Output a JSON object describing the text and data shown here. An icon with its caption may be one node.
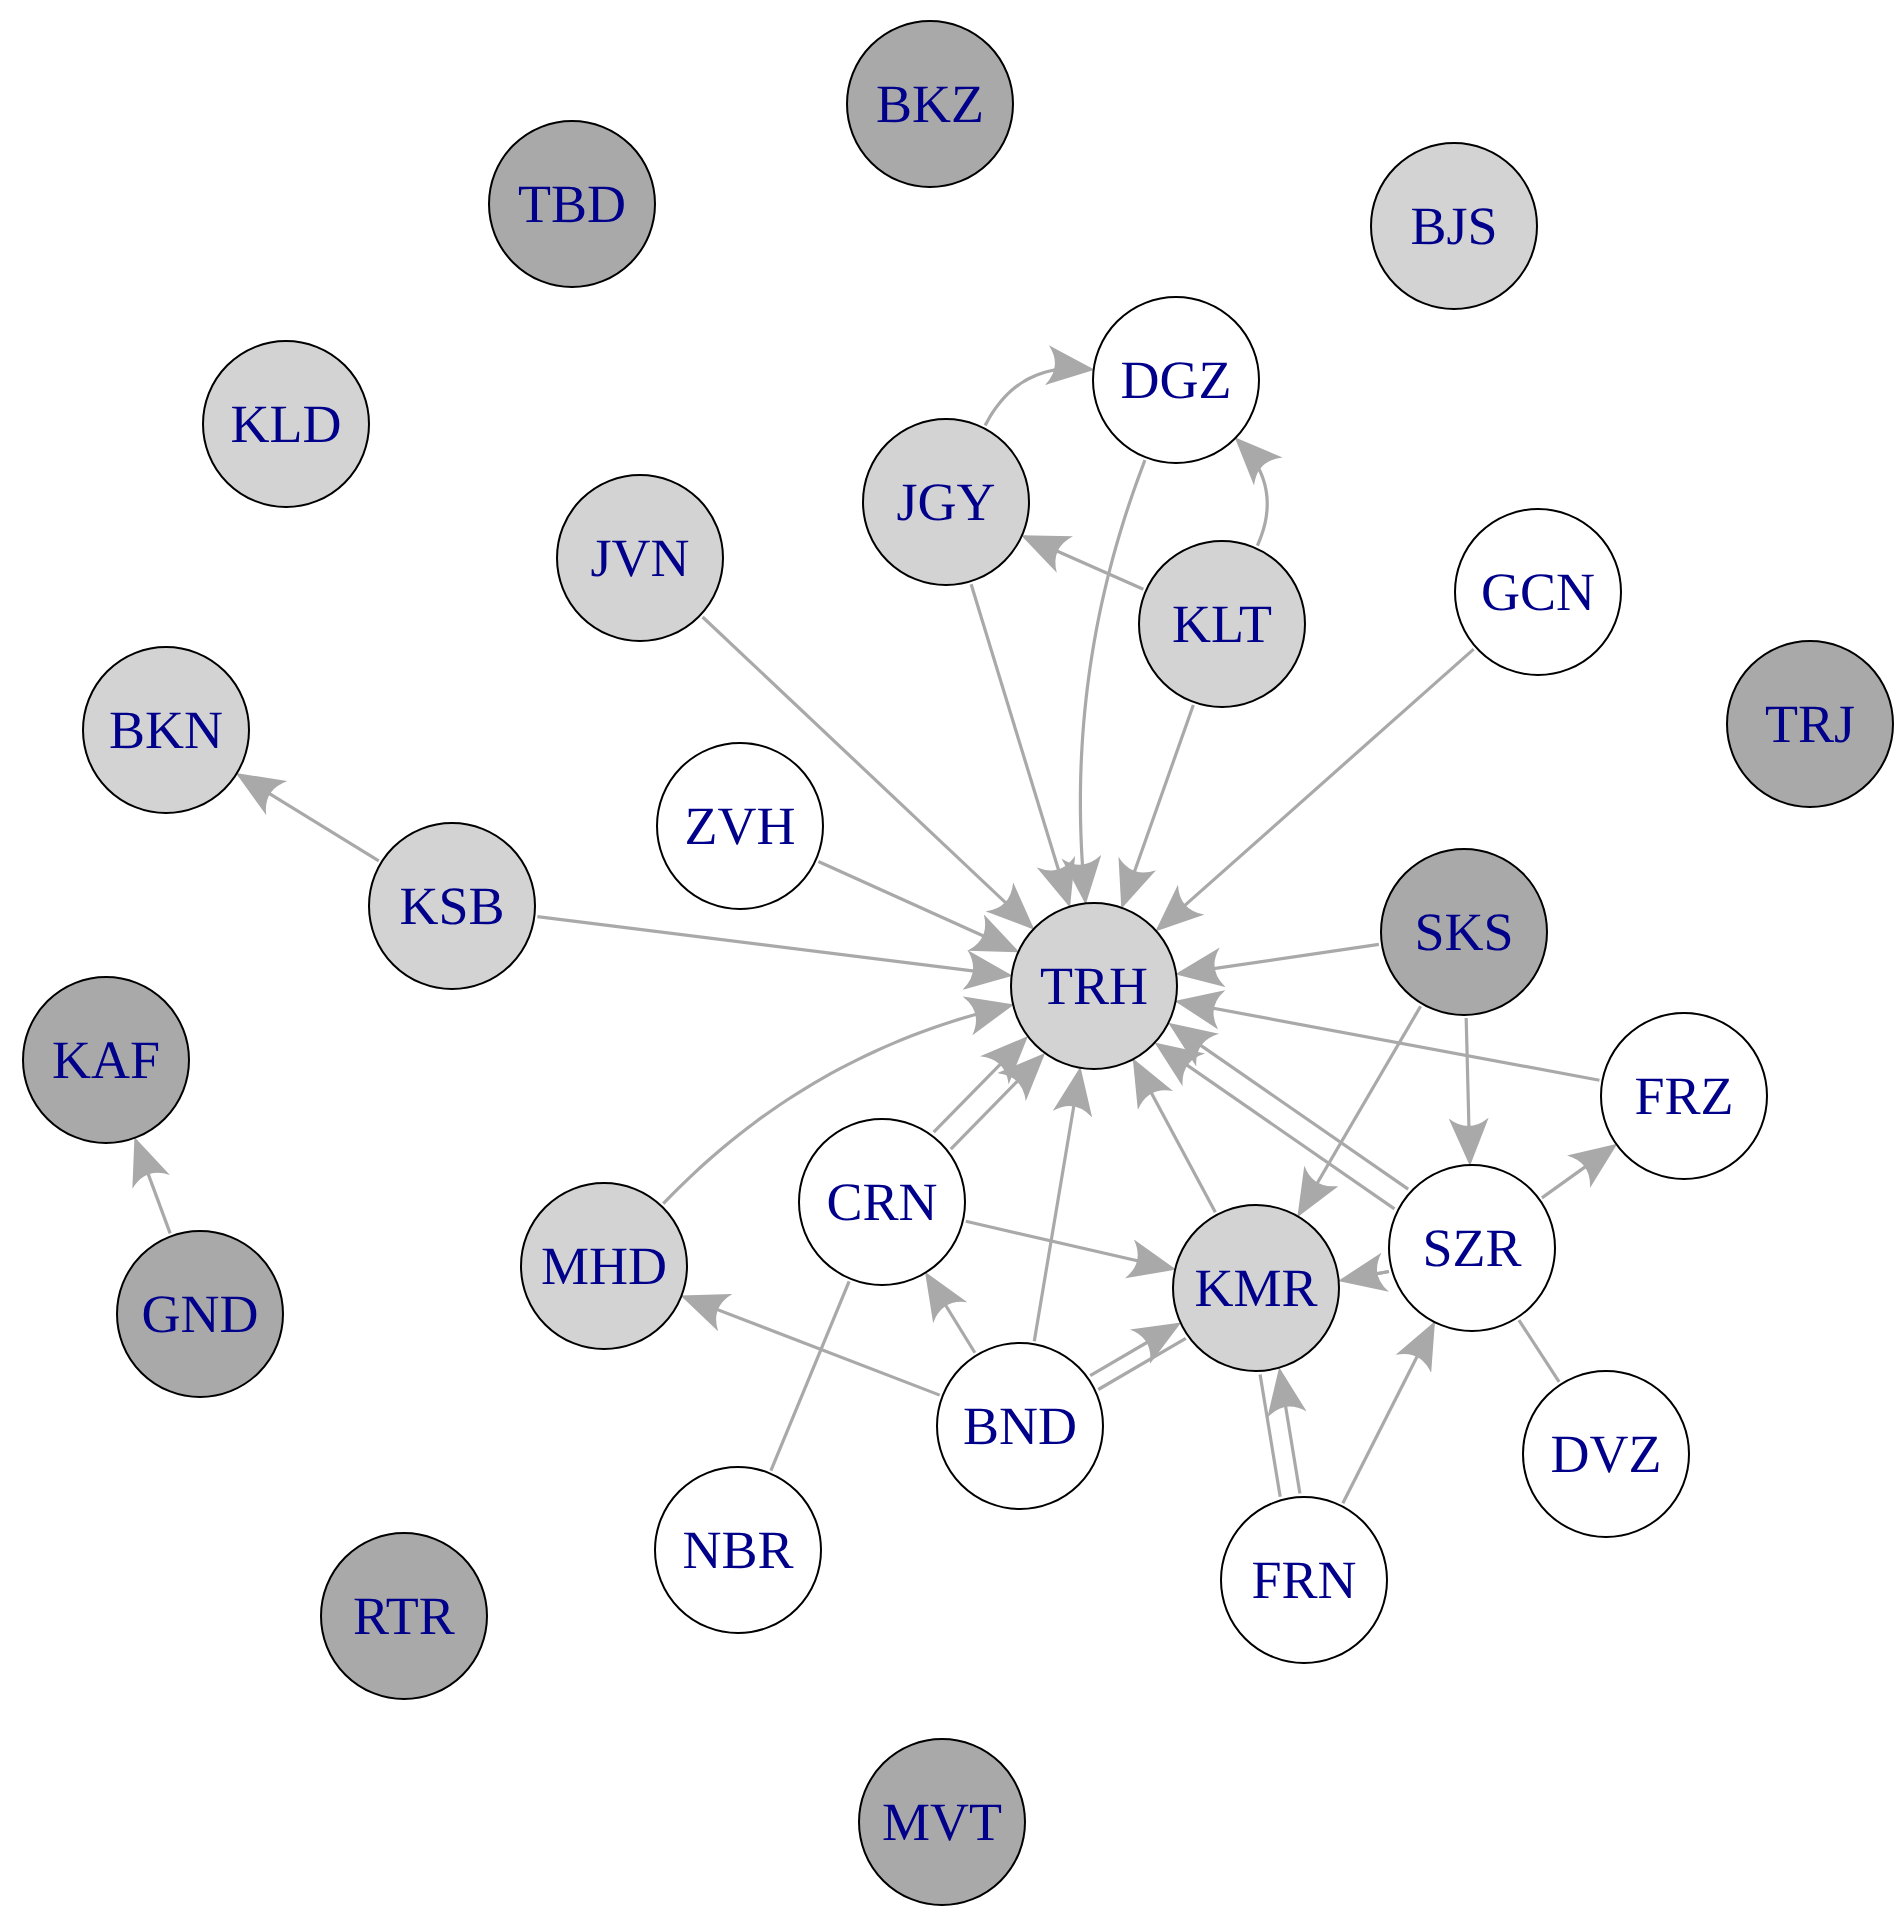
{
  "diagram": {
    "nodes": [
      {
        "text": [
          "BKZ"
        ]
      },
      {
        "text": [
          "TBD"
        ]
      },
      {
        "text": [
          "BJS"
        ]
      },
      {
        "text": [
          "KLD"
        ]
      },
      {
        "text": [
          "DGZ"
        ]
      },
      {
        "text": [
          "JGY"
        ]
      },
      {
        "text": [
          "JVN"
        ]
      },
      {
        "text": [
          "KLT"
        ]
      },
      {
        "text": [
          "GCN"
        ]
      },
      {
        "text": [
          "TRJ"
        ]
      },
      {
        "text": [
          "BKN"
        ]
      },
      {
        "text": [
          "ZVH"
        ]
      },
      {
        "text": [
          "KSB"
        ]
      },
      {
        "text": [
          "TRH"
        ]
      },
      {
        "text": [
          "SKS"
        ]
      },
      {
        "text": [
          "FRZ"
        ]
      },
      {
        "text": [
          "KAF"
        ]
      },
      {
        "text": [
          "CRN"
        ]
      },
      {
        "text": [
          "MHD"
        ]
      },
      {
        "text": [
          "KMR"
        ]
      },
      {
        "text": [
          "SZR"
        ]
      },
      {
        "text": [
          "GND"
        ]
      },
      {
        "text": [
          "BND"
        ]
      },
      {
        "text": [
          "DVZ"
        ]
      },
      {
        "text": [
          "NBR"
        ]
      },
      {
        "text": [
          "FRN"
        ]
      },
      {
        "text": [
          "RTR"
        ]
      },
      {
        "text": [
          "MVT"
        ]
      }
    ],
    "edges": [
      {
        "from": 5,
        "to": 4,
        "arrow": "to"
      },
      {
        "from": 7,
        "to": 4,
        "arrow": "to"
      },
      {
        "from": 7,
        "to": 5,
        "arrow": "to"
      },
      {
        "from": 5,
        "to": 13,
        "arrow": "to"
      },
      {
        "from": 4,
        "to": 13,
        "arrow": "to"
      },
      {
        "from": 7,
        "to": 13,
        "arrow": "to"
      },
      {
        "from": 8,
        "to": 13,
        "arrow": "to"
      },
      {
        "from": 6,
        "to": 13,
        "arrow": "to"
      },
      {
        "from": 11,
        "to": 13,
        "arrow": "to"
      },
      {
        "from": 12,
        "to": 13,
        "arrow": "to"
      },
      {
        "from": 12,
        "to": 10,
        "arrow": "to"
      },
      {
        "from": 14,
        "to": 13,
        "arrow": "to"
      },
      {
        "from": 15,
        "to": 13,
        "arrow": "to"
      },
      {
        "from": 14,
        "to": 20,
        "arrow": "to"
      },
      {
        "from": 14,
        "to": 19,
        "arrow": "to"
      },
      {
        "from": 21,
        "to": 16,
        "arrow": "to"
      },
      {
        "from": 18,
        "to": 13,
        "arrow": "to"
      },
      {
        "from": 17,
        "to": 13,
        "arrow": "to"
      },
      {
        "from": 24,
        "to": 17,
        "arrow": "none"
      },
      {
        "from": 17,
        "to": 19,
        "arrow": "to"
      },
      {
        "from": 22,
        "to": 17,
        "arrow": "to"
      },
      {
        "from": 22,
        "to": 18,
        "arrow": "to"
      },
      {
        "from": 22,
        "to": 13,
        "arrow": "to"
      },
      {
        "from": 22,
        "to": 19,
        "arrow": "to"
      },
      {
        "from": 22,
        "to": 19,
        "arrow": "none"
      },
      {
        "from": 20,
        "to": 19,
        "arrow": "to"
      },
      {
        "from": 20,
        "to": 13,
        "arrow": "to"
      },
      {
        "from": 23,
        "to": 20,
        "arrow": "none"
      },
      {
        "from": 25,
        "to": 19,
        "arrow": "none"
      },
      {
        "from": 25,
        "to": 19,
        "arrow": "to"
      },
      {
        "from": 25,
        "to": 20,
        "arrow": "to"
      },
      {
        "from": 20,
        "to": 15,
        "arrow": "to"
      },
      {
        "from": 19,
        "to": 20,
        "arrow": "none"
      },
      {
        "from": 17,
        "to": 13,
        "arrow": "to"
      },
      {
        "from": 20,
        "to": 13,
        "arrow": "to"
      },
      {
        "from": 19,
        "to": 13,
        "arrow": "to"
      }
    ]
  }
}
